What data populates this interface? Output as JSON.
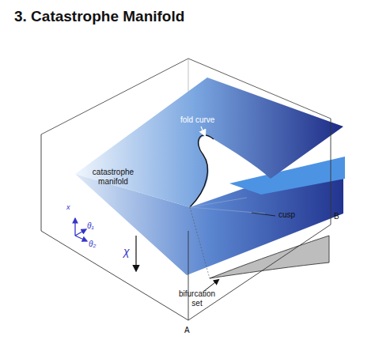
{
  "diagram": {
    "title": "3. Catastrophe Manifold",
    "labels": [
      "fold curve",
      "catastrophe manifold",
      "cusp",
      "bifurcation set",
      "A",
      "B",
      "x",
      "θ₁",
      "θ₂",
      "χ"
    ]
  }
}
